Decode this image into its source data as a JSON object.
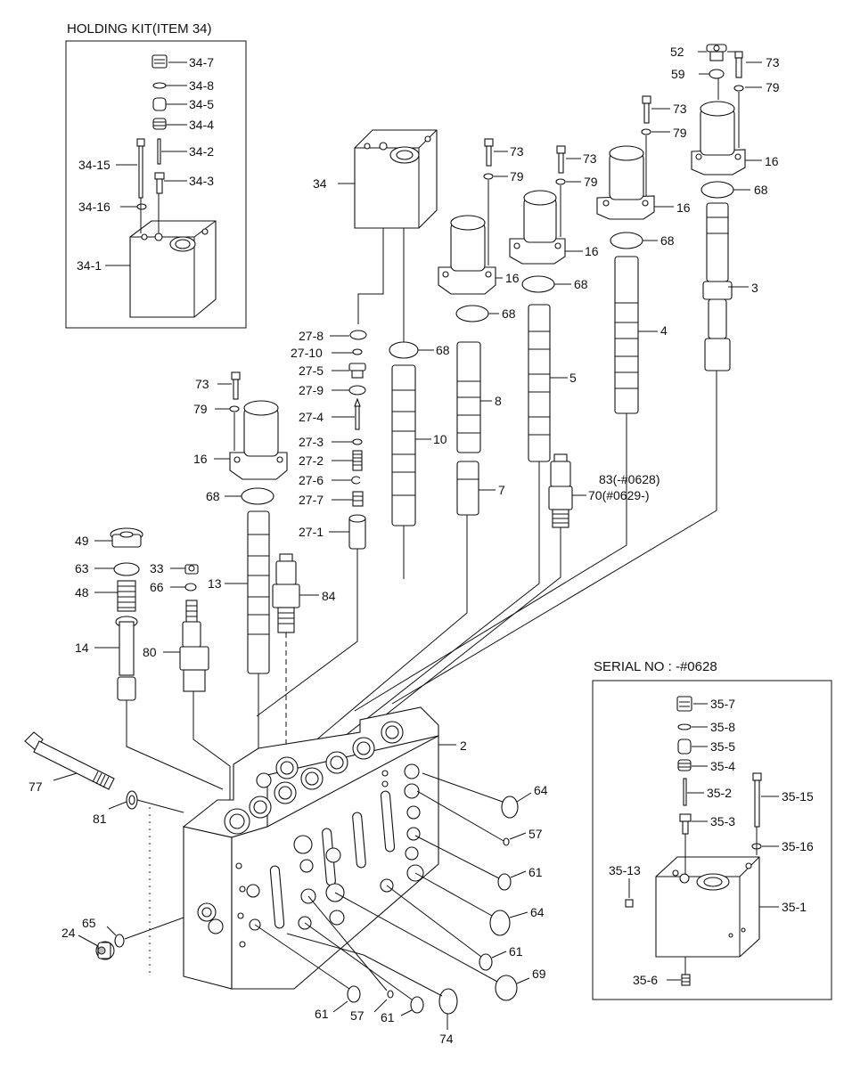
{
  "insets": {
    "holding_kit": {
      "title": "HOLDING KIT(ITEM 34)",
      "labels": [
        "34-7",
        "34-8",
        "34-5",
        "34-4",
        "34-2",
        "34-15",
        "34-3",
        "34-16",
        "34-1"
      ]
    },
    "serial": {
      "title": "SERIAL NO : -#0628",
      "labels": [
        "35-7",
        "35-8",
        "35-5",
        "35-4",
        "35-2",
        "35-15",
        "35-3",
        "35-16",
        "35-13",
        "35-1",
        "35-6"
      ]
    }
  },
  "labels": {
    "l52": "52",
    "l59": "59",
    "l73a": "73",
    "l79a": "79",
    "l16a": "16",
    "l68a": "68",
    "l3": "3",
    "l73b": "73",
    "l79b": "79",
    "l16b": "16",
    "l68b": "68",
    "l4": "4",
    "l73c": "73",
    "l79c": "79",
    "l16c": "16",
    "l68c": "68",
    "l5": "5",
    "l73d": "73",
    "l79d": "79",
    "l16d": "16",
    "l68d": "68",
    "l8": "8",
    "l7": "7",
    "l34": "34",
    "l68e": "68",
    "l10": "10",
    "l27_8": "27-8",
    "l27_10": "27-10",
    "l27_5": "27-5",
    "l27_9": "27-9",
    "l27_4": "27-4",
    "l27_3": "27-3",
    "l27_2": "27-2",
    "l27_6": "27-6",
    "l27_7": "27-7",
    "l27_1": "27-1",
    "l83": "83(-#0628)",
    "l70": "70(#0629-)",
    "l73e": "73",
    "l79e": "79",
    "l16e": "16",
    "l68f": "68",
    "l13": "13",
    "l84": "84",
    "l49": "49",
    "l63": "63",
    "l48": "48",
    "l14": "14",
    "l33": "33",
    "l66": "66",
    "l80": "80",
    "l2": "2",
    "l77": "77",
    "l81": "81",
    "l64a": "64",
    "l57a": "57",
    "l61a": "61",
    "l64b": "64",
    "l61b": "61",
    "l69": "69",
    "l24": "24",
    "l65": "65",
    "l61c": "61",
    "l57b": "57",
    "l61d": "61",
    "l74": "74"
  }
}
